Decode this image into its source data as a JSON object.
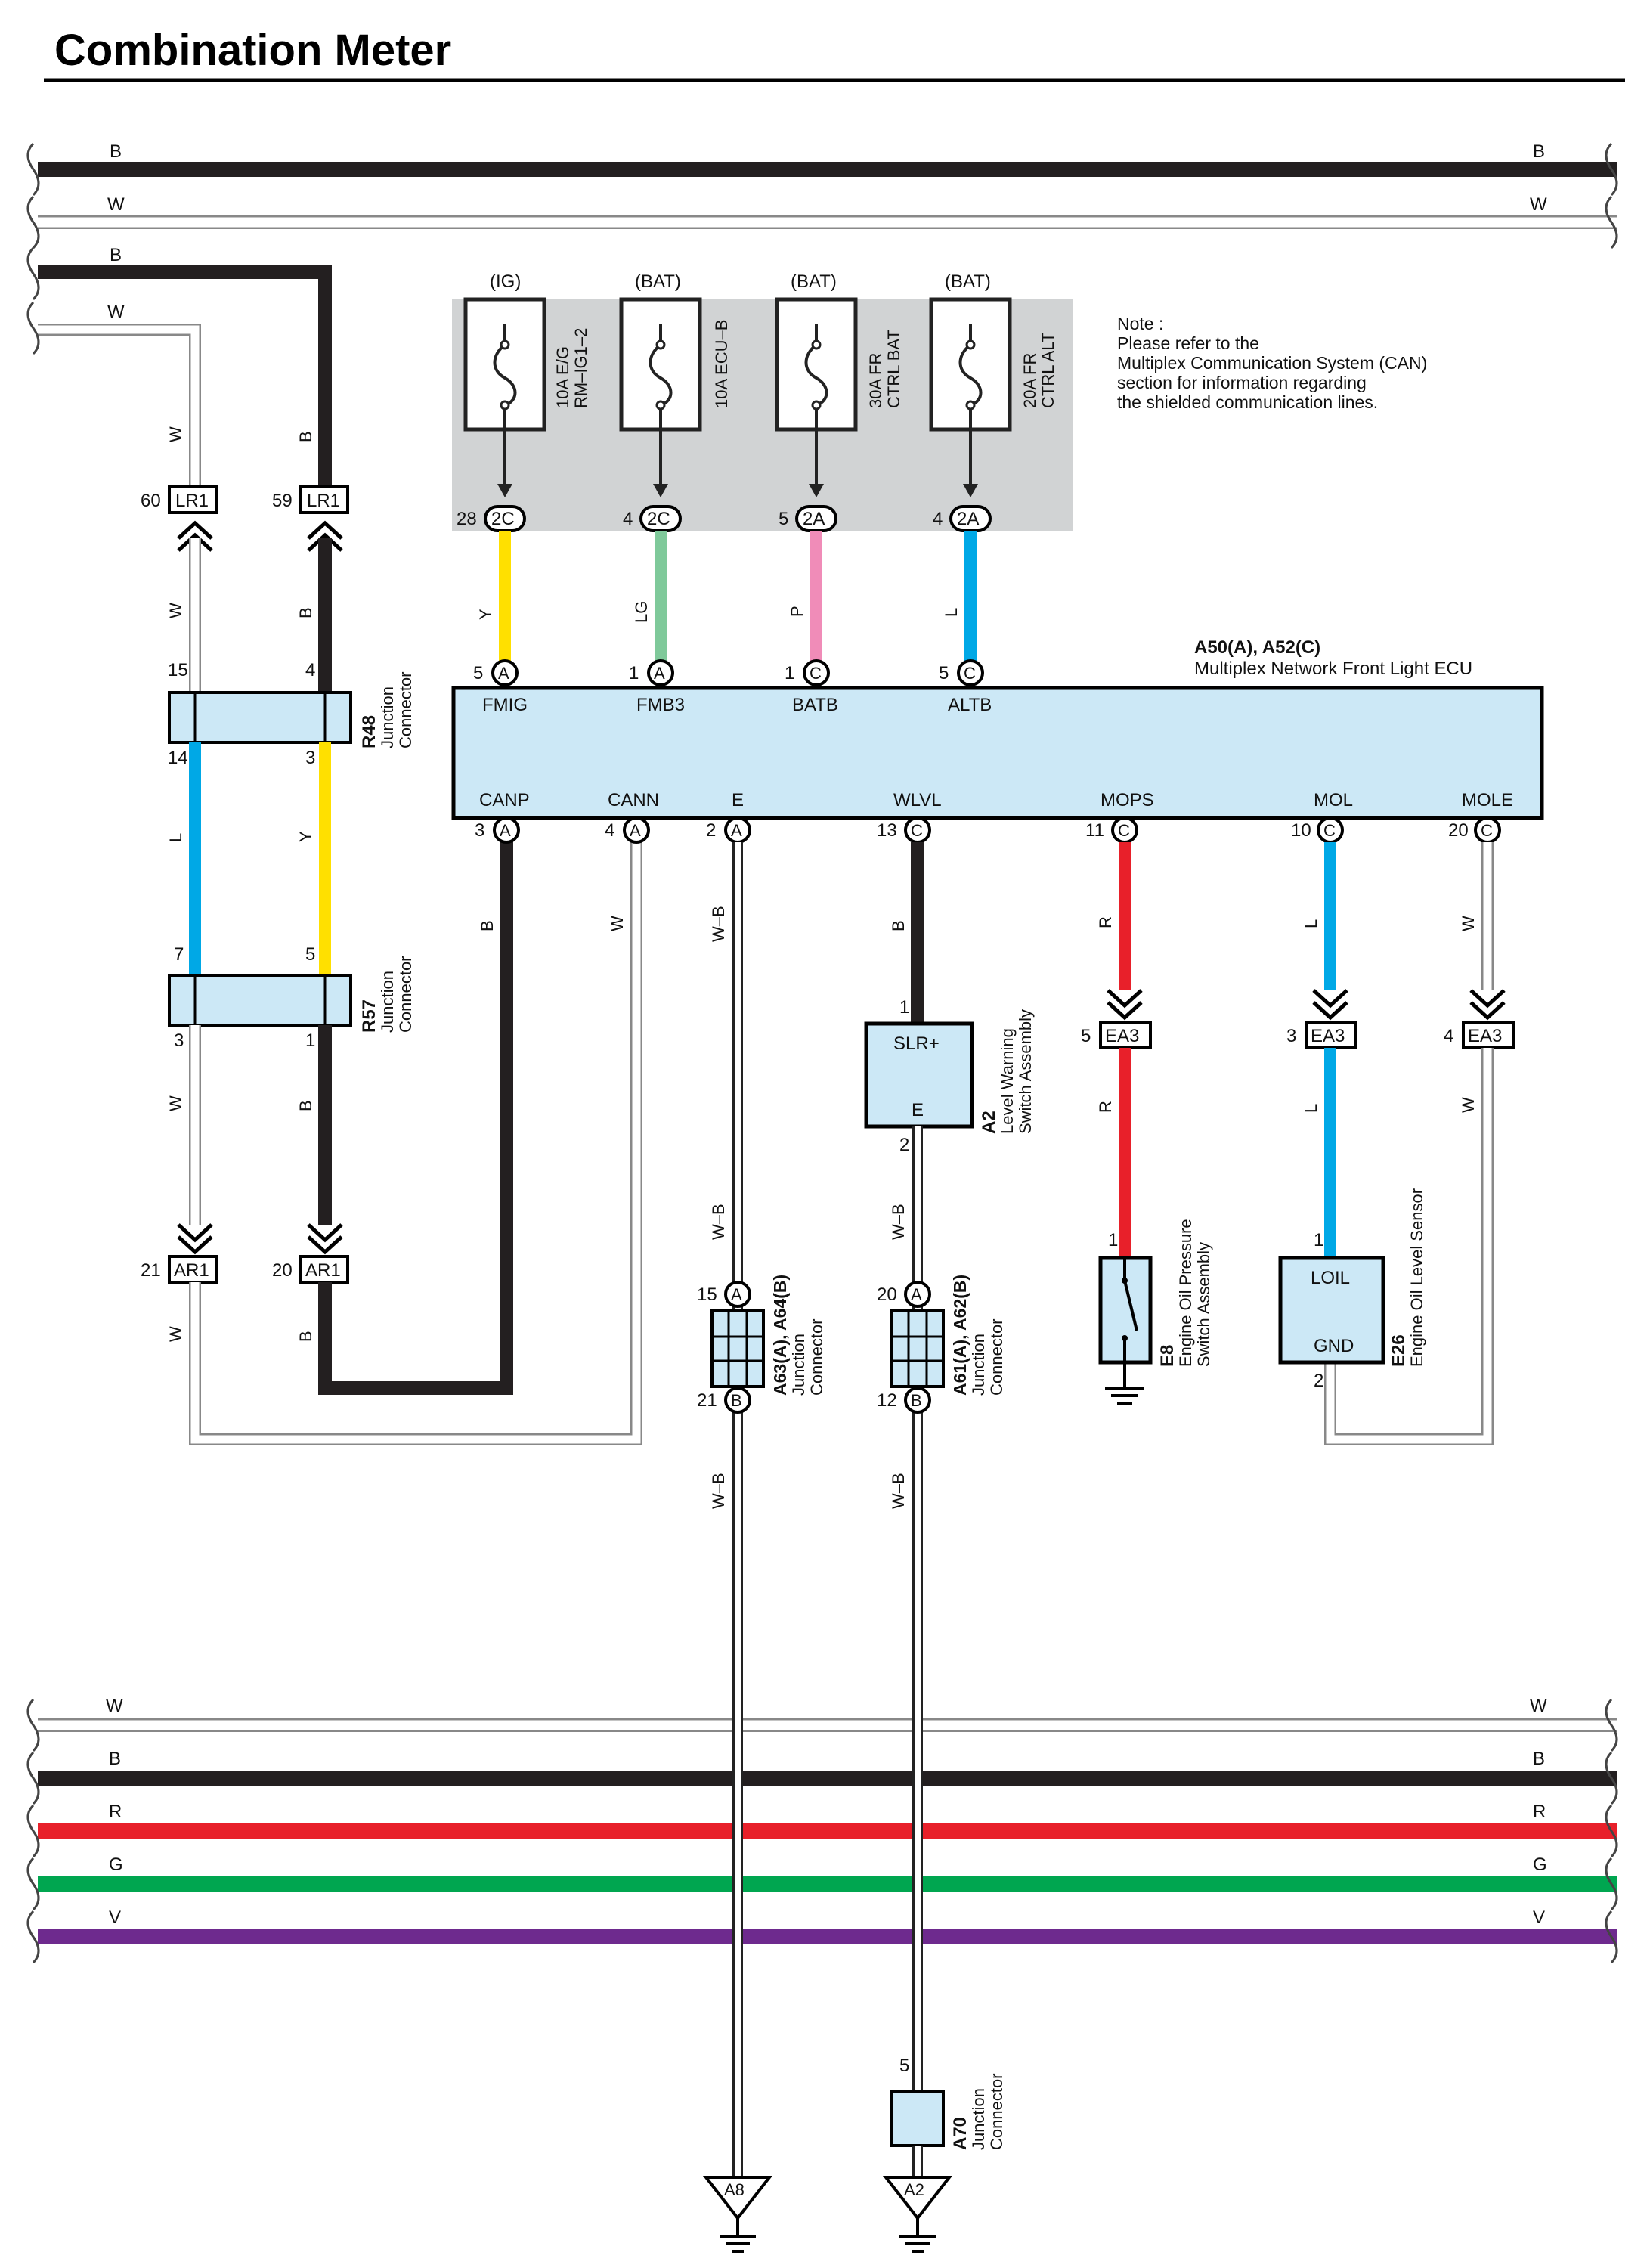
{
  "title": "Combination Meter",
  "colors": {
    "B": "#231f20",
    "W": "#ffffff",
    "Y": "#ffe000",
    "LG": "#7fc99a",
    "P": "#f08cb8",
    "L": "#00a8e6",
    "R": "#e8202a",
    "G": "#00a650",
    "V": "#6e2a8e",
    "WB": "#ffffff",
    "fill_box": "#cce8f6",
    "fuse_bg": "#d1d3d4"
  },
  "buses_top": [
    {
      "label_left": "B",
      "label_right": "B"
    },
    {
      "label_left": "W",
      "label_right": "W"
    }
  ],
  "buses_bottom": [
    {
      "label_left": "W",
      "label_right": "W"
    },
    {
      "label_left": "B",
      "label_right": "B"
    },
    {
      "label_left": "R",
      "label_right": "R"
    },
    {
      "label_left": "G",
      "label_right": "G"
    },
    {
      "label_left": "V",
      "label_right": "V"
    }
  ],
  "left_wires": {
    "w_top": "W",
    "b_top": "B",
    "w1": "W",
    "b1": "B",
    "w2": "W",
    "b2": "B",
    "l": "L",
    "y": "Y",
    "w3": "W",
    "b3": "B",
    "w4": "W",
    "b4": "B"
  },
  "lr1": {
    "code": "LR1",
    "pin_w": "60",
    "pin_b": "59"
  },
  "ar1": {
    "code": "AR1",
    "pin_w": "21",
    "pin_b": "20"
  },
  "r48": {
    "code": "R48",
    "name1": "Junction",
    "name2": "Connector",
    "pin_tl": "15",
    "pin_tr": "4",
    "pin_bl": "14",
    "pin_br": "3"
  },
  "r57": {
    "code": "R57",
    "name1": "Junction",
    "name2": "Connector",
    "pin_tl": "7",
    "pin_tr": "5",
    "pin_bl": "3",
    "pin_br": "1"
  },
  "fuses": [
    {
      "supply": "(IG)",
      "line1": "10A E/G",
      "line2": "RM–IG1–2",
      "pin": "28",
      "conn": "2C",
      "wire": "Y"
    },
    {
      "supply": "(BAT)",
      "line1": "10A ECU–B",
      "line2": "",
      "pin": "4",
      "conn": "2C",
      "wire": "LG"
    },
    {
      "supply": "(BAT)",
      "line1": "30A FR",
      "line2": "CTRL BAT",
      "pin": "5",
      "conn": "2A",
      "wire": "P"
    },
    {
      "supply": "(BAT)",
      "line1": "20A FR",
      "line2": "CTRL ALT",
      "pin": "4",
      "conn": "2A",
      "wire": "L"
    }
  ],
  "note": {
    "l1": "Note :",
    "l2": "Please refer to the",
    "l3": "Multiplex Communication System (CAN)",
    "l4": "section for information regarding",
    "l5": "the shielded communication lines."
  },
  "ecu": {
    "code": "A50(A), A52(C)",
    "name": "Multiplex Network Front Light ECU",
    "top_pins": [
      {
        "pin": "5",
        "conn": "A",
        "label": "FMIG"
      },
      {
        "pin": "1",
        "conn": "A",
        "label": "FMB3"
      },
      {
        "pin": "1",
        "conn": "C",
        "label": "BATB"
      },
      {
        "pin": "5",
        "conn": "C",
        "label": "ALTB"
      }
    ],
    "bottom_pins": [
      {
        "pin": "3",
        "conn": "A",
        "label": "CANP",
        "wire": "B"
      },
      {
        "pin": "4",
        "conn": "A",
        "label": "CANN",
        "wire": "W"
      },
      {
        "pin": "2",
        "conn": "A",
        "label": "E",
        "wire": "W–B"
      },
      {
        "pin": "13",
        "conn": "C",
        "label": "WLVL",
        "wire": "B"
      },
      {
        "pin": "11",
        "conn": "C",
        "label": "MOPS",
        "wire": "R"
      },
      {
        "pin": "10",
        "conn": "C",
        "label": "MOL",
        "wire": "L"
      },
      {
        "pin": "20",
        "conn": "C",
        "label": "MOLE",
        "wire": "W"
      }
    ]
  },
  "a2": {
    "code": "A2",
    "name1": "Level Warning",
    "name2": "Switch Assembly",
    "t1": "SLR+",
    "t2": "E",
    "pin_top": "1",
    "pin_bot": "2",
    "wire_below": "W–B"
  },
  "ea3": [
    {
      "pin": "5",
      "code": "EA3",
      "wire": "R"
    },
    {
      "pin": "3",
      "code": "EA3",
      "wire": "L"
    },
    {
      "pin": "4",
      "code": "EA3",
      "wire": "W"
    }
  ],
  "e8": {
    "code": "E8",
    "name1": "Engine Oil Pressure",
    "name2": "Switch Assembly",
    "pin": "1"
  },
  "e26": {
    "code": "E26",
    "name": "Engine Oil Level Sensor",
    "t1": "LOIL",
    "t2": "GND",
    "pin_top": "1",
    "pin_bot": "2"
  },
  "a63": {
    "code": "A63(A), A64(B)",
    "name1": "Junction",
    "name2": "Connector",
    "pin_top": "15",
    "conn_top": "A",
    "pin_bot": "21",
    "conn_bot": "B",
    "wire_above": "W–B",
    "wire_below": "W–B"
  },
  "a61": {
    "code": "A61(A), A62(B)",
    "name1": "Junction",
    "name2": "Connector",
    "pin_top": "20",
    "conn_top": "A",
    "pin_bot": "12",
    "conn_bot": "B",
    "wire_below": "W–B"
  },
  "a70": {
    "code": "A70",
    "name1": "Junction",
    "name2": "Connector",
    "pin": "5"
  },
  "grounds": [
    {
      "code": "A8"
    },
    {
      "code": "A2"
    }
  ]
}
